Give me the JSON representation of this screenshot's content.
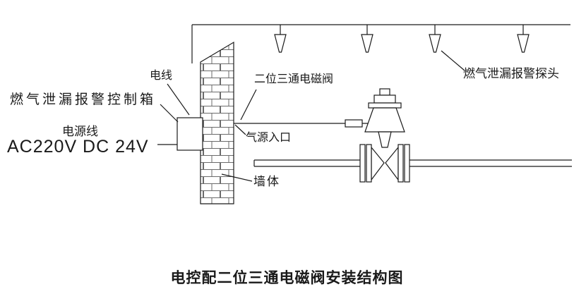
{
  "title": "电控配二位三通电磁阀安装结构图",
  "labels": {
    "wire": "电线",
    "control_box": "燃气泄漏报警控制箱",
    "power_line": "电源线",
    "voltage": "AC220V DC 24V",
    "solenoid_valve": "二位三通电磁阀",
    "air_inlet": "气源入口",
    "wall": "墙体",
    "probe": "燃气泄漏报警探头"
  },
  "diagram": {
    "probe_count": 4,
    "line_color": "#1a1a1a",
    "background_color": "#ffffff"
  }
}
